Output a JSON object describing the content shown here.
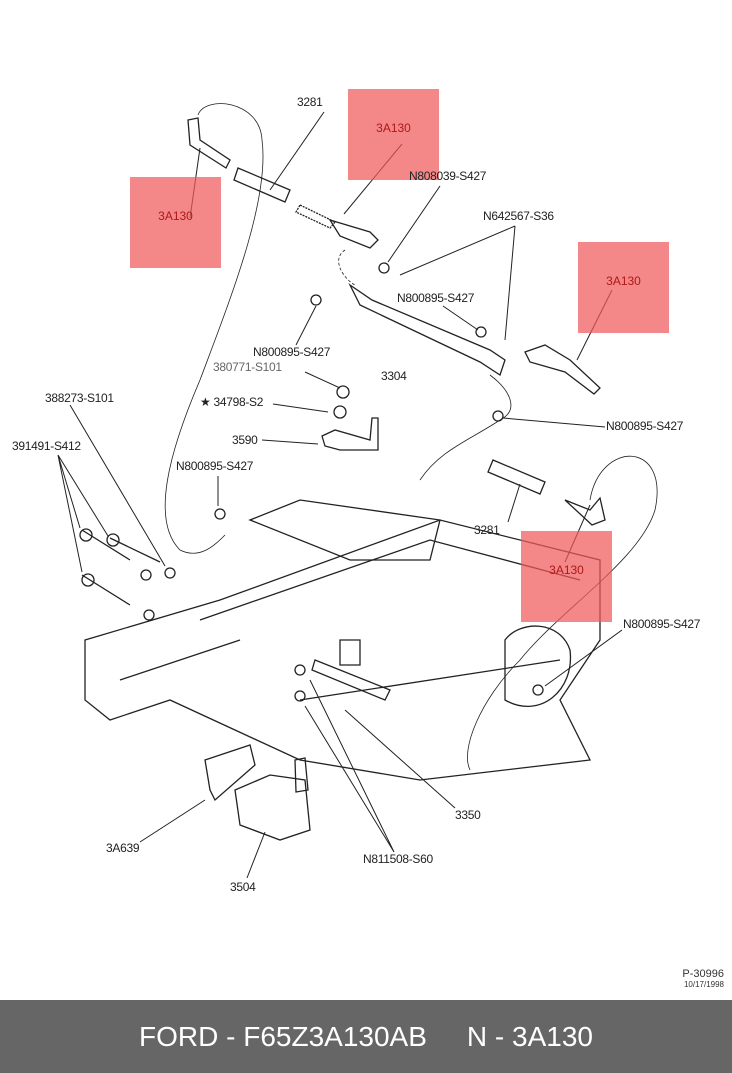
{
  "diagram": {
    "highlight_color": "#f05a5a",
    "highlighted_part": "3A130",
    "callouts": [
      {
        "id": "c1",
        "text": "3281"
      },
      {
        "id": "c2",
        "text": "N808039-S427"
      },
      {
        "id": "c3",
        "text": "N642567-S36"
      },
      {
        "id": "c4",
        "text": "N800895-S427"
      },
      {
        "id": "c5",
        "text": "N800895-S427"
      },
      {
        "id": "c6",
        "text": "380771-S101"
      },
      {
        "id": "c7",
        "text": "3304"
      },
      {
        "id": "c8",
        "text": "★ 34798-S2"
      },
      {
        "id": "c9",
        "text": "388273-S101"
      },
      {
        "id": "c10",
        "text": "3590"
      },
      {
        "id": "c11",
        "text": "391491-S412"
      },
      {
        "id": "c12",
        "text": "N800895-S427"
      },
      {
        "id": "c13",
        "text": "N800895-S427"
      },
      {
        "id": "c14",
        "text": "3281"
      },
      {
        "id": "c15",
        "text": "N800895-S427"
      },
      {
        "id": "c16",
        "text": "3350"
      },
      {
        "id": "c17",
        "text": "3A639"
      },
      {
        "id": "c18",
        "text": "N811508-S60"
      },
      {
        "id": "c19",
        "text": "3504"
      }
    ],
    "highlights": [
      "3A130",
      "3A130",
      "3A130",
      "3A130"
    ],
    "figure_ref": "P-30996",
    "figure_date": "10/17/1998"
  },
  "footer": {
    "brand_part": "FORD - F65Z3A130AB",
    "ref": "N - 3A130"
  }
}
